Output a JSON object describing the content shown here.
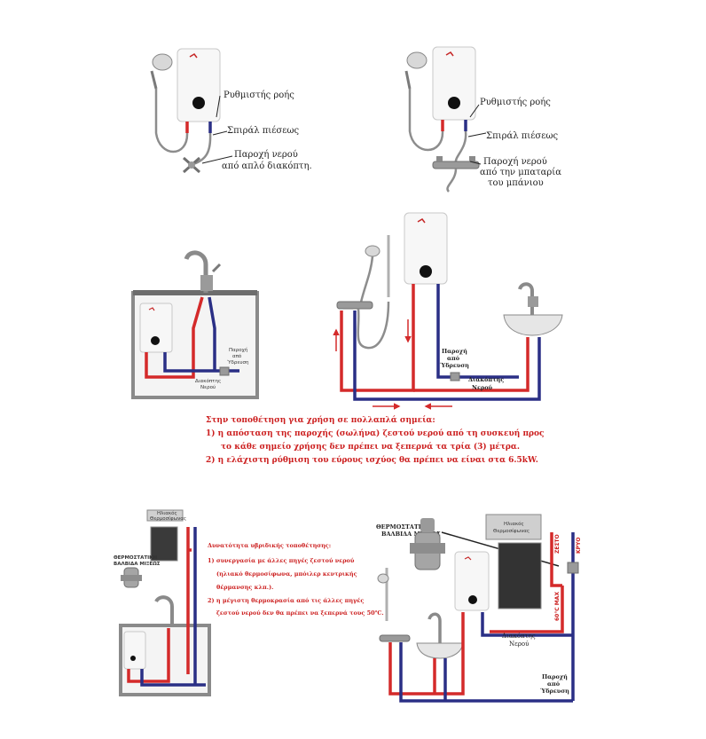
{
  "colors": {
    "hot": "#d42a2a",
    "cold": "#2a2f85",
    "hose": "#8d8d8d",
    "note_text": "#cc1f1f"
  },
  "fig1": {
    "flow_regulator": "Ρυθμιστής ροής",
    "pressure_spiral": "Σπιράλ πιέσεως",
    "supply_line1": "Παροχή νερού",
    "supply_line2": "από απλό διακόπτη."
  },
  "fig2": {
    "flow_regulator": "Ρυθμιστής ροής",
    "pressure_spiral": "Σπιράλ πιέσεως",
    "supply_line1": "Παροχή νερού",
    "supply_line2": "από την μπαταρία",
    "supply_line3": "του μπάνιου"
  },
  "fig3": {
    "supply_line1": "Παροχή",
    "supply_line2": "από",
    "supply_line3": "Ύδρευση",
    "switch_line1": "Διακόπτης",
    "switch_line2": "Νερού"
  },
  "fig4": {
    "supply_line1": "Παροχή",
    "supply_line2": "από",
    "supply_line3": "Ύδρευση",
    "switch_line1": "Διακόπτης",
    "switch_line2": "Νερού"
  },
  "notes": {
    "line1": "Στην τοποθέτηση για χρήση σε πολλαπλά σημεία:",
    "line2": "1) η απόσταση της παροχής (σωλήνα) ζεστού νερού από τη συσκευή προς",
    "line3": "το κάθε σημείο χρήσης δεν πρέπει να ξεπερνά τα τρία (3) μέτρα.",
    "line4": "2) η ελάχιστη ρύθμιση του εύρους ισχύος θα πρέπει να είναι στα 6.5kW."
  },
  "fig5": {
    "solar_label1": "Ηλιακός",
    "solar_label2": "Θερμοσίφωνας",
    "valve_label1": "ΘΕΡΜΟΣΤΑΤΙΚΗ",
    "valve_label2": "ΒΑΛΒΙΔΑ ΜΙΞΕΩΣ"
  },
  "hybrid": {
    "title": "Δυνατότητα υβριδικής τοποθέτησης:",
    "line1": "1) συνεργασία με άλλες πηγές ζεστού νερού",
    "line2": "(ηλιακό θερμοσίφωνα, μπόιλερ κεντρικής",
    "line3": "θέρμανσης κλπ.).",
    "line4": "2) η μέγιστη θερμοκρασία από τις άλλες πηγές",
    "line5": "ζεστού νερού δεν θα πρέπει να ξεπερνά τους 50℃."
  },
  "fig6": {
    "valve_label1": "ΘΕΡΜΟΣΤΑΤΙΚΗ",
    "valve_label2": "ΒΑΛΒΙΔΑ ΜΙΞΕΩΣ",
    "solar_label1": "Ηλιακός",
    "solar_label2": "Θερμοσίφωνας",
    "hot_vertical": "ΖΕΣΤΟ",
    "max_vertical": "60℃ MAX",
    "cold_vertical": "ΚΡΥΟ",
    "switch_line1": "Διακόπτης",
    "switch_line2": "Νερού",
    "supply_line1": "Παροχή",
    "supply_line2": "από",
    "supply_line3": "Ύδρευση"
  }
}
